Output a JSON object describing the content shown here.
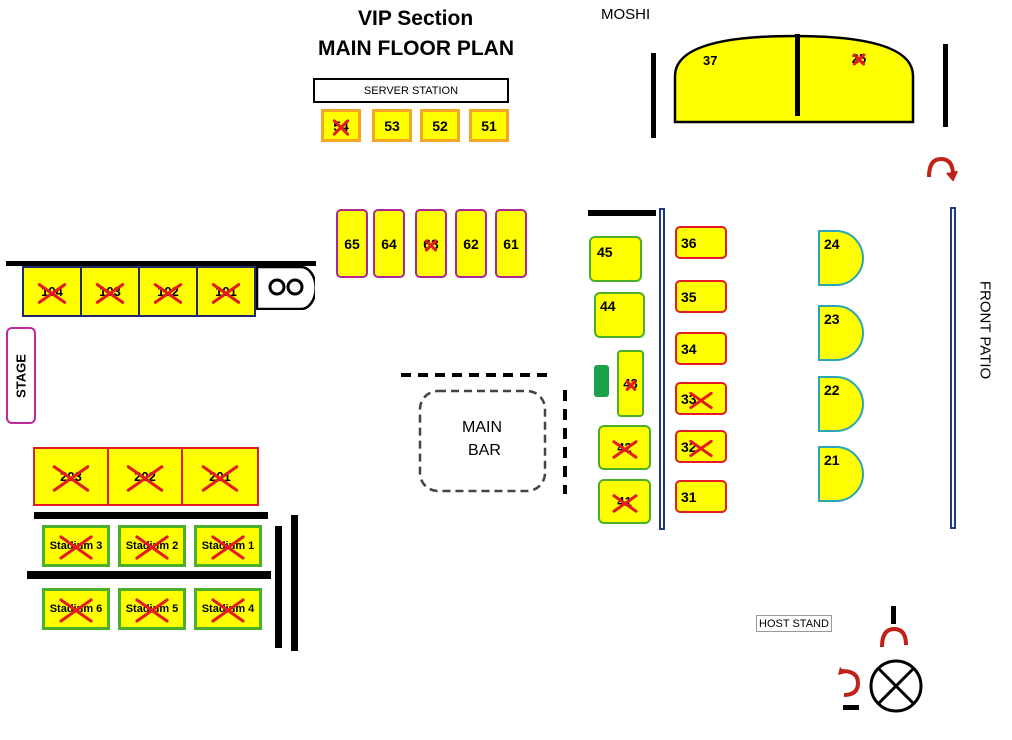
{
  "header": {
    "title": "VIP Section",
    "subtitle": "MAIN FLOOR PLAN"
  },
  "labels": {
    "moshi": "MOSHI",
    "server_station": "SERVER STATION",
    "stage": "STAGE",
    "main_bar_line1": "MAIN",
    "main_bar_line2": "BAR",
    "front_patio": "FRONT PATIO",
    "host_stand": "HOST STAND"
  },
  "tables": {
    "t54": "54",
    "t53": "53",
    "t52": "52",
    "t51": "51",
    "t65": "65",
    "t64": "64",
    "t63": "63",
    "t62": "62",
    "t61": "61",
    "t104": "104",
    "t103": "103",
    "t102": "102",
    "t101": "101",
    "t203": "203",
    "t202": "202",
    "t201": "201",
    "s3": "Stadium 3",
    "s2": "Stadium 2",
    "s1": "Stadium 1",
    "s6": "Stadium 6",
    "s5": "Stadium 5",
    "s4": "Stadium 4",
    "t45": "45",
    "t44": "44",
    "t43": "43",
    "t42": "42",
    "t41": "41",
    "t36": "36",
    "t35": "35",
    "t34": "34",
    "t33": "33",
    "t32": "32",
    "t31": "31",
    "t24": "24",
    "t23": "23",
    "t22": "22",
    "t21": "21",
    "t37": "37",
    "t25": "25"
  },
  "unavailable_tables": [
    "54",
    "63",
    "104",
    "103",
    "102",
    "101",
    "203",
    "202",
    "201",
    "Stadium 3",
    "Stadium 2",
    "Stadium 1",
    "Stadium 6",
    "Stadium 5",
    "Stadium 4",
    "43",
    "42",
    "41",
    "33",
    "32",
    "25"
  ],
  "colors": {
    "table_fill": "#ffff00",
    "unavailable_mark": "#e31b23",
    "border_orange": "#f5a623",
    "border_magenta": "#b0249a",
    "border_navy": "#1f2a6b",
    "border_red": "#e31b23",
    "border_green": "#4caf2a",
    "border_teal": "#2aa6b8",
    "border_black": "#000000",
    "stage_border": "#c0299a"
  },
  "icons": [
    "speaker-icon",
    "door-swing-icon",
    "lamp-x-icon"
  ]
}
